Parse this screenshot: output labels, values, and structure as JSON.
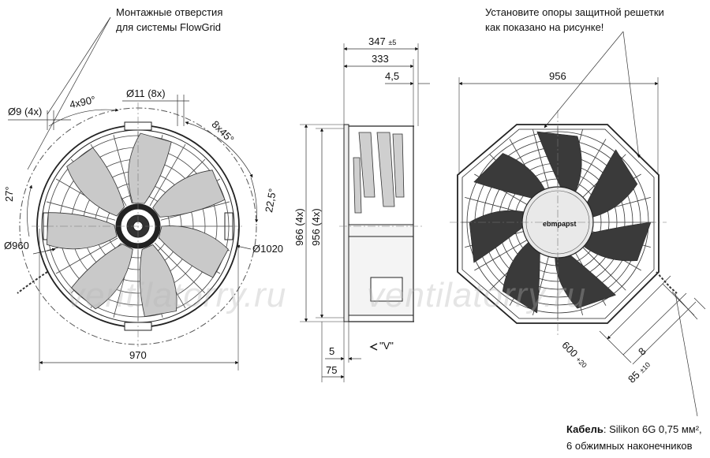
{
  "notes": {
    "flowgrid_line1": "Монтажные отверстия",
    "flowgrid_line2": "для системы FlowGrid",
    "guard_line1": "Установите опоры защитной решетки",
    "guard_line2": "как показано на рисунке!",
    "cable_label": "Кабель",
    "cable_spec": ": Silikon 6G 0,75 мм²,",
    "cable_line2": "6 обжимных наконечников"
  },
  "front_view": {
    "hole_dia": "Ø9 (4x)",
    "angle_4x90": "4x90°",
    "hole_dia_8x": "Ø11 (8x)",
    "angle_8x45": "8x45°",
    "angle_27": "27°",
    "angle_22_5": "22,5°",
    "dia_960": "Ø960",
    "dia_1020": "Ø1020",
    "width_970": "970"
  },
  "side_view": {
    "depth_347": "347",
    "depth_347_tol": "±5",
    "depth_333": "333",
    "depth_4_5": "4,5",
    "height_966": "966 (4x)",
    "height_956": "956 (4x)",
    "dim_5": "5",
    "dim_75": "75",
    "view_v": "\"V\""
  },
  "back_view": {
    "width_956": "956",
    "cable_600": "600",
    "cable_600_tol": "+20",
    "dim_8": "8",
    "dim_85": "85",
    "dim_85_tol": "±10",
    "brand": "ebmpapst"
  },
  "watermark": {
    "text1": "ventilatorry.ru",
    "text2": "ventilatorry.ru"
  }
}
